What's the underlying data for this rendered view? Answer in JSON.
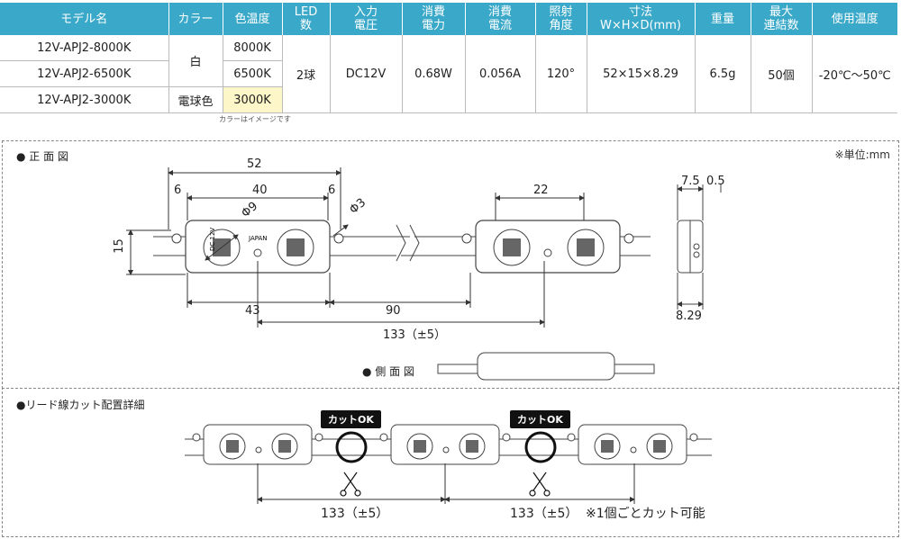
{
  "table": {
    "headers": [
      {
        "l1": "モデル名",
        "l2": ""
      },
      {
        "l1": "カラー",
        "l2": ""
      },
      {
        "l1": "色温度",
        "l2": ""
      },
      {
        "l1": "LED",
        "l2": "数"
      },
      {
        "l1": "入力",
        "l2": "電圧"
      },
      {
        "l1": "消費",
        "l2": "電力"
      },
      {
        "l1": "消費",
        "l2": "電流"
      },
      {
        "l1": "照射",
        "l2": "角度"
      },
      {
        "l1": "寸法",
        "l2": "W×H×D(mm)"
      },
      {
        "l1": "重量",
        "l2": ""
      },
      {
        "l1": "最大",
        "l2": "連結数"
      },
      {
        "l1": "使用温度",
        "l2": ""
      }
    ],
    "rows": [
      {
        "model": "12V-APJ2-8000K",
        "temp": "8000K"
      },
      {
        "model": "12V-APJ2-6500K",
        "temp": "6500K"
      },
      {
        "model": "12V-APJ2-3000K",
        "temp": "3000K"
      }
    ],
    "color_white": "白",
    "color_warm": "電球色",
    "shared": {
      "led": "2球",
      "voltage": "DC12V",
      "power": "0.68W",
      "current": "0.056A",
      "angle": "120°",
      "size": "52×15×8.29",
      "weight": "6.5g",
      "max": "50個",
      "temp_range": "-20℃〜50℃"
    },
    "note": "カラーはイメージです"
  },
  "drawing": {
    "front_label": "● 正 面 図",
    "side_label": "● 側 面 図",
    "lead_label": "●リード線カット配置詳細",
    "unit": "※単位:mm",
    "dims": {
      "d52": "52",
      "d6a": "6",
      "d40": "40",
      "d6b": "6",
      "d22": "22",
      "phi9": "Φ9",
      "phi3": "Φ3",
      "d15": "15",
      "d43": "43",
      "d90": "90",
      "d133": "133（±5）",
      "d75": "7.5",
      "d05": "0.5",
      "d829": "8.29"
    },
    "module_text": {
      "dc": "DC 12V",
      "brand": "JAPAN"
    },
    "cut_ok": "カットOK",
    "cut_133a": "133（±5）",
    "cut_133b": "133（±5）",
    "cut_note": "※1個ごとカット可能"
  },
  "colors": {
    "header": "#3aa8c8",
    "warm": "#fdf6c8"
  }
}
